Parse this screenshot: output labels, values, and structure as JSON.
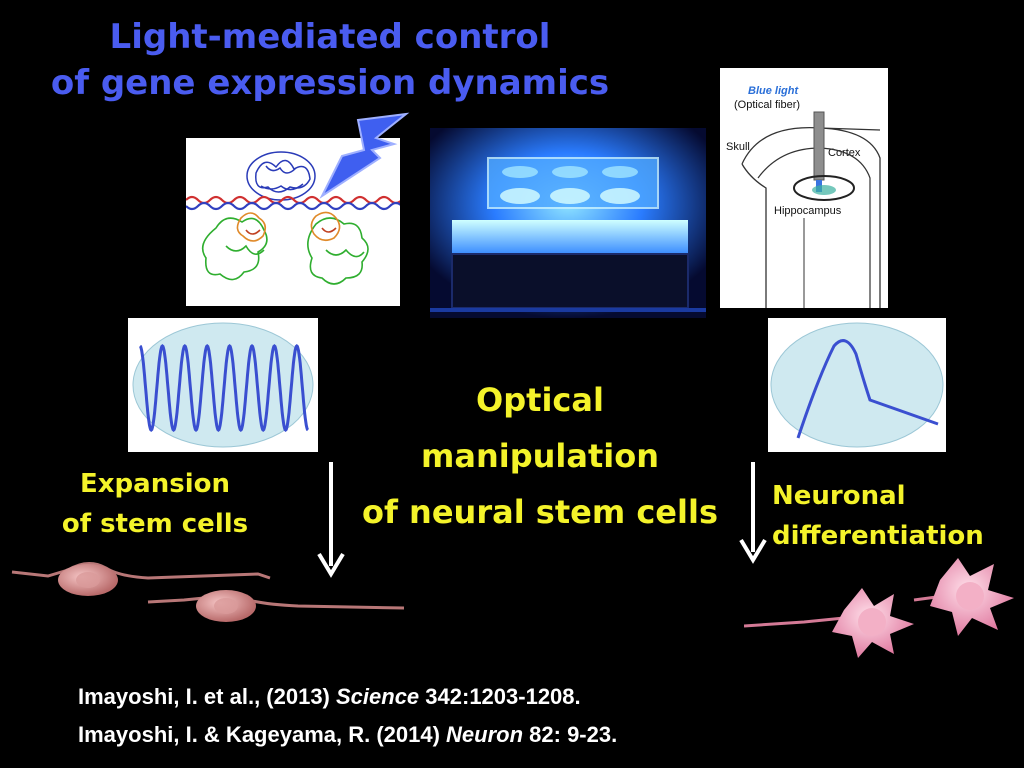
{
  "title": {
    "line1": "Light-mediated control",
    "line2": "of gene expression dynamics"
  },
  "center": {
    "line1": "Optical",
    "line2": "manipulation",
    "line3": "of neural stem cells"
  },
  "left_label": {
    "line1": "Expansion",
    "line2": "of stem cells"
  },
  "right_label": {
    "line1": "Neuronal",
    "line2": "differentiation"
  },
  "brain_diagram": {
    "blue_light": "Blue light",
    "optical_fiber": "(Optical fiber)",
    "skull": "Skull",
    "cortex": "Cortex",
    "hippocampus": "Hippocampus"
  },
  "references": [
    {
      "pre": "Imayoshi, I. et al., (2013) ",
      "journal": "Science",
      "post": " 342:1203-1208."
    },
    {
      "pre": "Imayoshi, I. & Kageyama, R. (2014) ",
      "journal": "Neuron",
      "post": " 82: 9-23."
    }
  ],
  "colors": {
    "title_blue": "#4a5cf0",
    "yellow": "#f4f32a",
    "graph_blue": "#3a4fd0",
    "ellipse_fill": "#cfe9f0"
  }
}
